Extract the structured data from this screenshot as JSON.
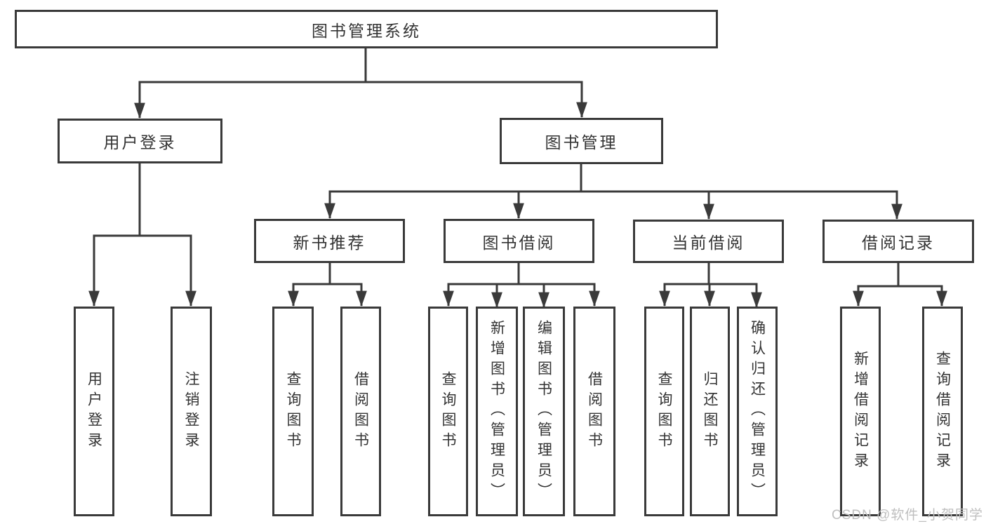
{
  "diagram": {
    "root": {
      "label": "图书管理系统"
    },
    "branches": [
      {
        "label": "用户登录",
        "leaves": [
          {
            "label": "用户登录"
          },
          {
            "label": "注销登录"
          }
        ]
      },
      {
        "label": "图书管理",
        "sections": [
          {
            "label": "新书推荐",
            "leaves": [
              {
                "label": "查询图书"
              },
              {
                "label": "借阅图书"
              }
            ]
          },
          {
            "label": "图书借阅",
            "leaves": [
              {
                "label": "查询图书"
              },
              {
                "label": "新增图书（管理员）"
              },
              {
                "label": "编辑图书（管理员）"
              },
              {
                "label": "借阅图书"
              }
            ]
          },
          {
            "label": "当前借阅",
            "leaves": [
              {
                "label": "查询图书"
              },
              {
                "label": "归还图书"
              },
              {
                "label": "确认归还（管理员）"
              }
            ]
          },
          {
            "label": "借阅记录",
            "leaves": [
              {
                "label": "新增借阅记录"
              },
              {
                "label": "查询借阅记录"
              }
            ]
          }
        ]
      }
    ]
  },
  "watermark": {
    "text": "CSDN @软件_小贺同学"
  },
  "colors": {
    "line": "#3a3a3a",
    "text": "#333333",
    "box_background": "#ffffff",
    "watermark": "#bfbfbf",
    "page_background": "#ffffff"
  }
}
